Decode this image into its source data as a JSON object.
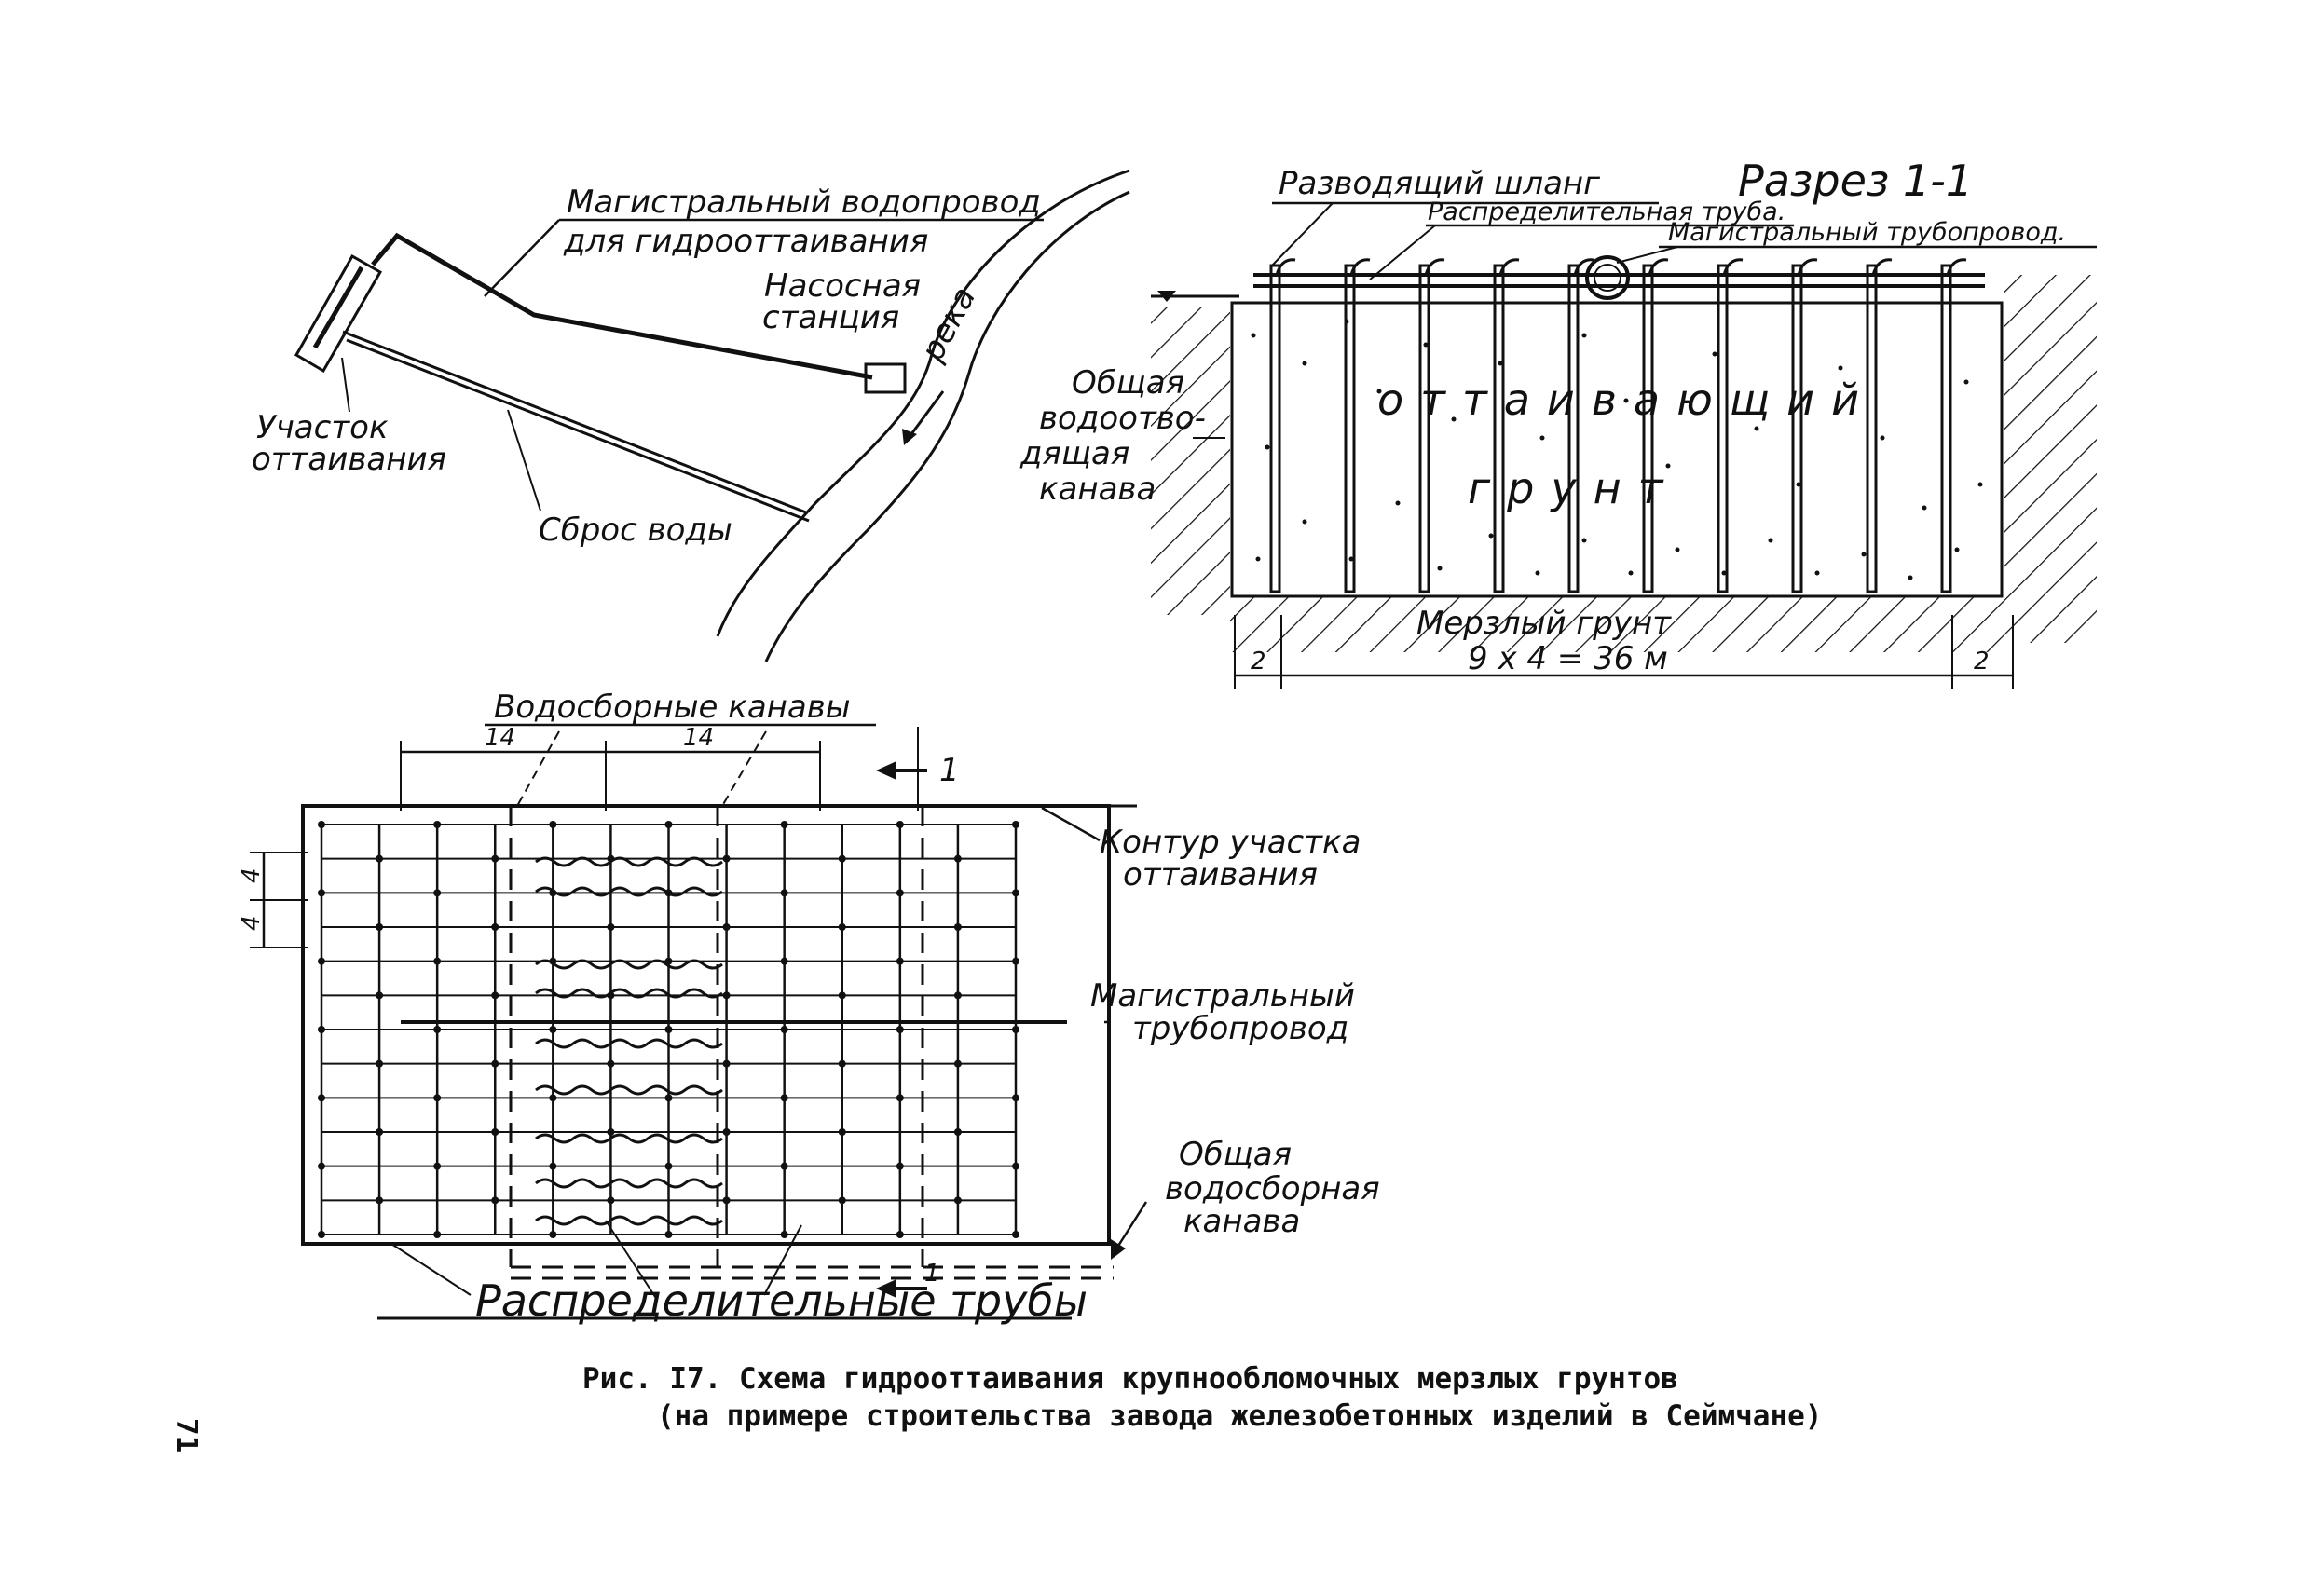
{
  "site_plan": {
    "main_pipe_line1": "Магистральный водопровод",
    "main_pipe_line2": "для гидрооттаивания",
    "pump_line1": "Насосная",
    "pump_line2": "станция",
    "river": "река",
    "area_line1": "Участок",
    "area_line2": "оттаивания",
    "discharge": "Сброс воды"
  },
  "section": {
    "title": "Разрез 1-1",
    "hose": "Разводящий шланг",
    "distrib_pipe": "Распределительная труба.",
    "main_pipe": "Магистральный трубопровод.",
    "ditch_lines": [
      "Общая",
      "водоотво-",
      "дящая",
      "канава"
    ],
    "soil_line1": "оттаивающий",
    "soil_line2": "грунт",
    "frozen": "Мерзлый грунт",
    "dim_left": "2",
    "dim_mid": "9 x 4 = 36 м",
    "dim_right": "2"
  },
  "plan": {
    "top_label": "Водосборные канавы",
    "dim_a": "14",
    "dim_b": "14",
    "dim_c": "4",
    "dim_d": "4",
    "section_mark_top": "1",
    "section_mark_bottom": "1",
    "contour_line1": "Контур участка",
    "contour_line2": "оттаивания",
    "main_line1": "Магистральный",
    "main_line2": "трубопровод",
    "ditch_line1": "Общая",
    "ditch_line2": "водосборная",
    "ditch_line3": "канава",
    "distrib": "Распределительные трубы"
  },
  "caption": {
    "line1": "Рис. I7. Схема гидрооттаивания крупнообломочных мерзлых грунтов",
    "line2": "(на примере строительства завода железобетонных изделий в Сеймчане)"
  },
  "page_number": "71"
}
